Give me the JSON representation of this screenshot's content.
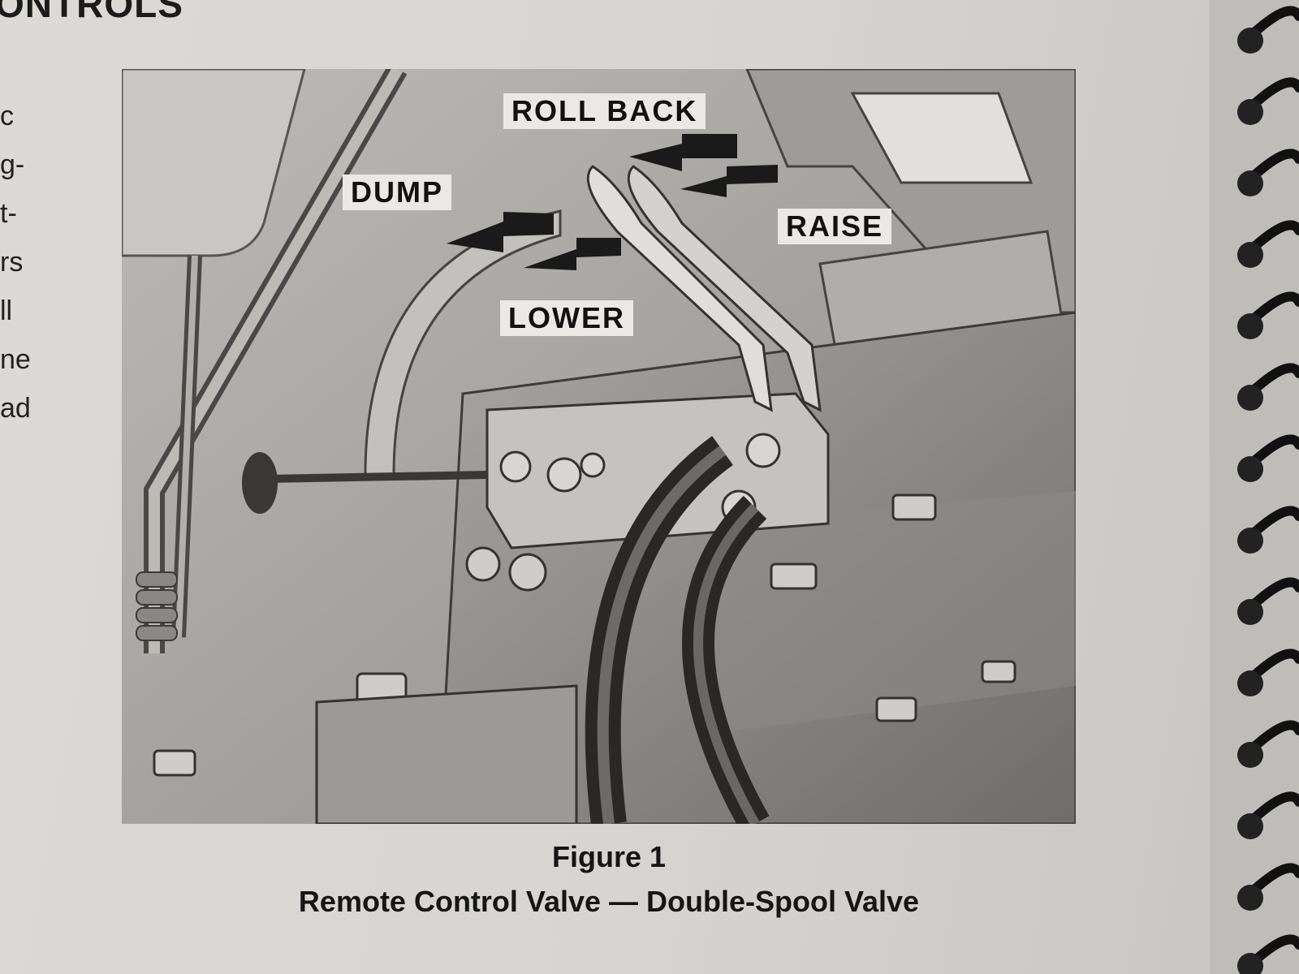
{
  "page": {
    "section_heading": "ONTROLS",
    "left_column_fragments": [
      "c",
      "g-",
      "t-",
      "rs",
      "ll",
      "ne",
      "ad"
    ]
  },
  "figure": {
    "callouts": {
      "roll_back": "ROLL BACK",
      "dump": "DUMP",
      "raise": "RAISE",
      "lower": "LOWER"
    },
    "caption_number": "Figure 1",
    "caption_title": "Remote Control Valve — Double-Spool Valve"
  }
}
